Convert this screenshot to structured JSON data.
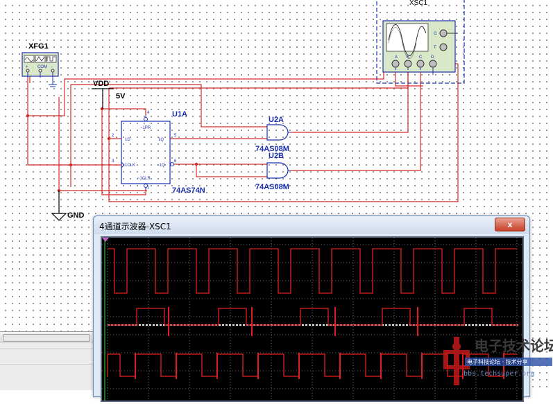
{
  "components": {
    "function_generator": {
      "ref": "XFG1",
      "pins": [
        "+",
        "COM",
        "-"
      ]
    },
    "oscilloscope_instrument": {
      "ref": "XSC1",
      "channels": [
        "A",
        "B",
        "C",
        "D"
      ],
      "side_pins": [
        "G",
        "T"
      ]
    },
    "flipflop": {
      "ref": "U1A",
      "part": "74AS74N",
      "pin_labels": [
        "~1PR",
        "1D",
        "1Q",
        "1CLK",
        "~1Q",
        "~1CLR"
      ],
      "pin_numbers": [
        "4",
        "2",
        "5",
        "3",
        "6",
        "1"
      ]
    },
    "gate_a": {
      "ref": "U2A",
      "part": "74AS08M"
    },
    "gate_b": {
      "ref": "U2B",
      "part": "74AS08M"
    },
    "vdd": {
      "label": "VDD",
      "value": "5V"
    },
    "ground": {
      "label": "GND"
    }
  },
  "scope_window": {
    "title": "4通道示波器-XSC1",
    "close_label": "x",
    "trace_color": "#e02020",
    "grid_color": "#c8c8c8"
  },
  "watermark": {
    "text": "电子技术论坛",
    "line2": "电子科技论坛 · 技术分享",
    "url": "bbs.techsuper.org"
  },
  "colors": {
    "wire": "#d42a2a",
    "blue_wire": "#1a2fb0",
    "component": "#1a2fb0"
  }
}
